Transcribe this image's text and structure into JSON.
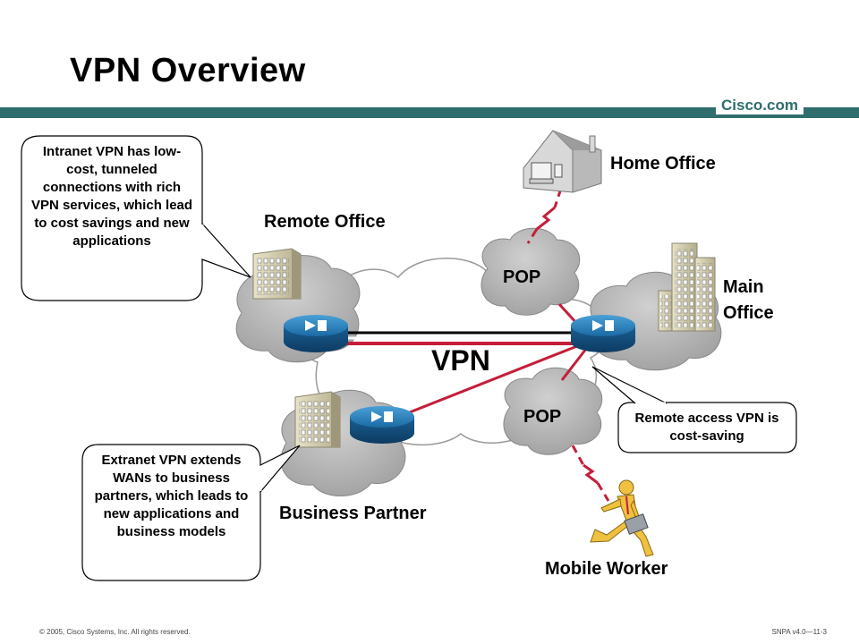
{
  "slide": {
    "title": "VPN Overview",
    "brand": "Cisco.com",
    "footer_left": "© 2005, Cisco Systems, Inc. All rights reserved.",
    "footer_right": "SNPA v4.0—11-3"
  },
  "diagram": {
    "center_label": "VPN",
    "pop_top": "POP",
    "pop_bottom": "POP",
    "nodes": {
      "home_office": "Home Office",
      "remote_office": "Remote Office",
      "main_office_line1": "Main",
      "main_office_line2": "Office",
      "business_partner": "Business Partner",
      "mobile_worker": "Mobile Worker"
    },
    "callouts": {
      "intranet": "Intranet VPN has low-cost, tunneled connections with rich VPN services, which lead to cost savings and new applications",
      "extranet": "Extranet VPN extends WANs to business partners, which leads to new applications and business models",
      "remote_access": "Remote access VPN is cost-saving"
    },
    "colors": {
      "accent_bar": "#2f6e6c",
      "link_red": "#c41e3a",
      "router_blue": "#1b6aa3",
      "cloud_gray": "#a9a9a9"
    }
  }
}
